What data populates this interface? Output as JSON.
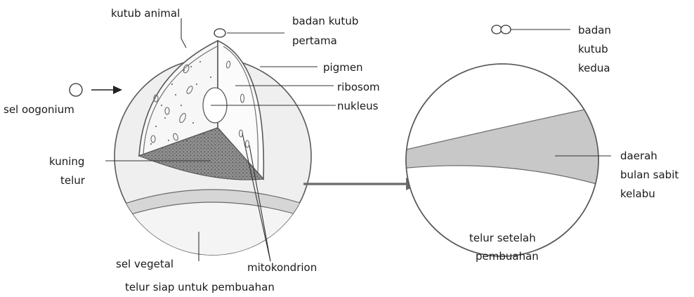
{
  "left_figure": {
    "labels": {
      "kutub_animal": "kutub animal",
      "badan_kutub_pertama_1": "badan kutub",
      "badan_kutub_pertama_2": "pertama",
      "pigmen": "pigmen",
      "ribosom": "ribosom",
      "nukleus": "nukleus",
      "sel_oogonium": "sel oogonium",
      "kuning_telur_1": "kuning",
      "kuning_telur_2": "telur",
      "sel_vegetal": "sel vegetal",
      "mitokondrion": "mitokondrion"
    },
    "caption": "telur siap untuk pembuahan"
  },
  "right_figure": {
    "labels": {
      "badan_kutub_kedua_1": "badan",
      "badan_kutub_kedua_2": "kutub",
      "badan_kutub_kedua_3": "kedua",
      "daerah_1": "daerah",
      "daerah_2": "bulan sabit",
      "daerah_3": "kelabu"
    },
    "caption_1": "telur setelah",
    "caption_2": "pembuahan"
  },
  "colors": {
    "outline": "#5a5a5a",
    "light_fill": "#ececec",
    "grey_band": "#c8c8c8",
    "yolk": "#8a8a8a"
  }
}
